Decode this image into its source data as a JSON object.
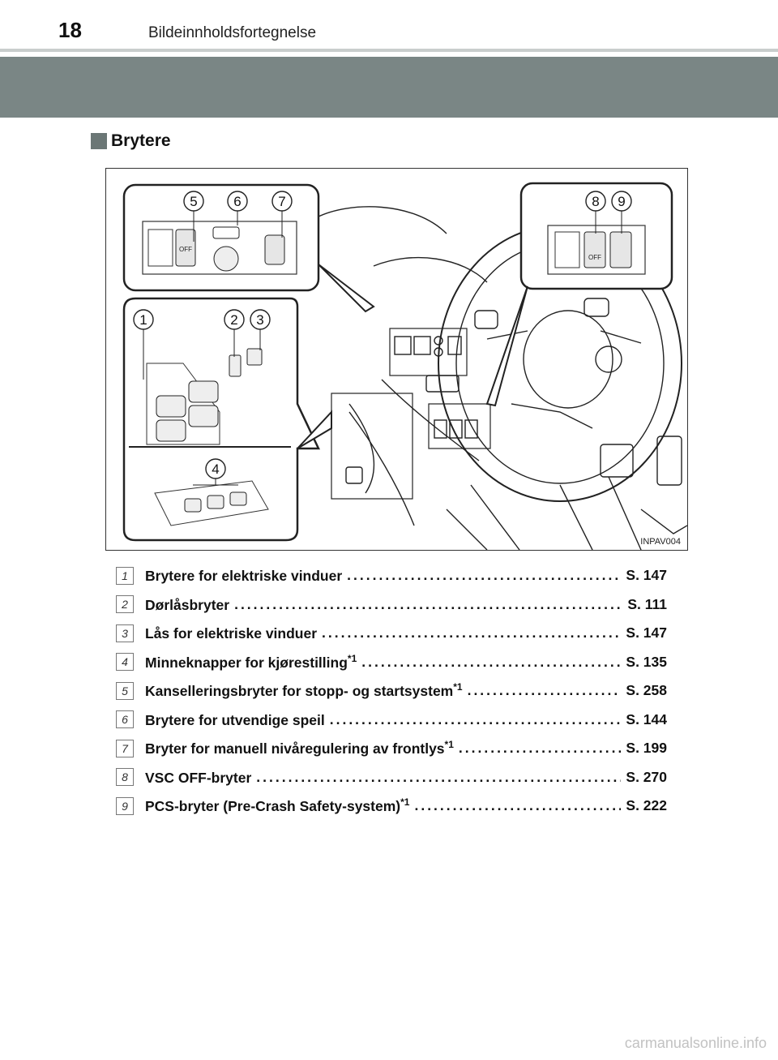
{
  "header": {
    "page_number": "18",
    "title": "Bildeinnholdsfortegnelse"
  },
  "section": {
    "title": "Brytere"
  },
  "figure": {
    "code": "INPAV004",
    "callouts": [
      "1",
      "2",
      "3",
      "4",
      "5",
      "6",
      "7",
      "8",
      "9"
    ]
  },
  "items": [
    {
      "num": "1",
      "label": "Brytere for elektriske vinduer",
      "sup": "",
      "page": "S. 147"
    },
    {
      "num": "2",
      "label": "Dørlåsbryter",
      "sup": "",
      "page": "S. 111"
    },
    {
      "num": "3",
      "label": "Lås for elektriske vinduer",
      "sup": "",
      "page": "S. 147"
    },
    {
      "num": "4",
      "label": "Minneknapper for kjørestilling",
      "sup": "*1",
      "page": "S. 135"
    },
    {
      "num": "5",
      "label": "Kanselleringsbryter for stopp- og startsystem",
      "sup": "*1",
      "page": "S. 258"
    },
    {
      "num": "6",
      "label": "Brytere for utvendige speil",
      "sup": "",
      "page": "S. 144"
    },
    {
      "num": "7",
      "label": "Bryter for manuell nivåregulering av frontlys",
      "sup": "*1",
      "page": "S. 199"
    },
    {
      "num": "8",
      "label": "VSC OFF-bryter",
      "sup": "",
      "page": "S. 270"
    },
    {
      "num": "9",
      "label": "PCS-bryter (Pre-Crash Safety-system)",
      "sup": "*1",
      "page": "S. 222"
    }
  ],
  "footer": {
    "watermark": "carmanualsonline.info"
  }
}
